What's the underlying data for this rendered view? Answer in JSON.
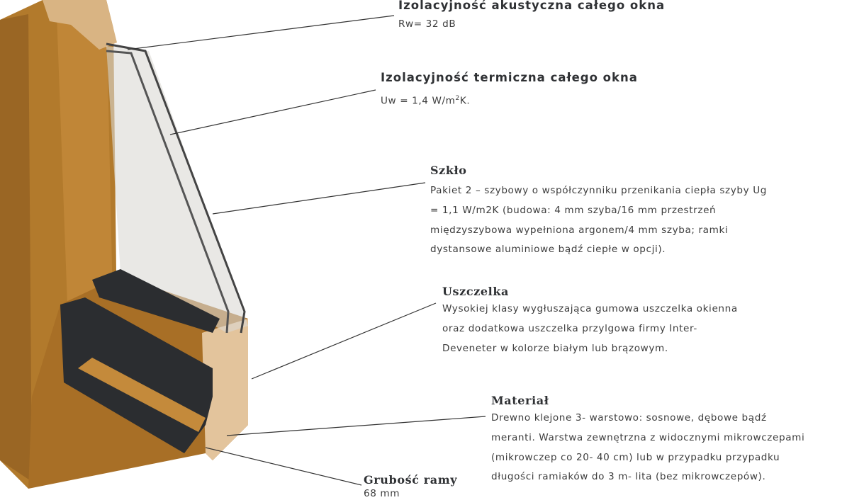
{
  "callouts": {
    "acoustic": {
      "title": "Izolacyjność akustyczna całego okna",
      "value": "Rw= 32 dB"
    },
    "thermal": {
      "title": "Izolacyjność termiczna całego okna",
      "value_prefix": "Uw = 1,4 W/m",
      "value_sup": "2",
      "value_suffix": "K."
    },
    "glass": {
      "title": "Szkło",
      "lines": [
        "Pakiet 2 – szybowy o współczynniku przenikania ciepła szyby Ug",
        "= 1,1 W/m2K (budowa: 4 mm szyba/16 mm przestrzeń",
        "międzyszybowa wypełniona argonem/4 mm szyba; ramki",
        "dystansowe aluminiowe bądź ciepłe w opcji)."
      ]
    },
    "seal": {
      "title": "Uszczelka",
      "lines": [
        "Wysokiej klasy wygłuszająca gumowa uszczelka okienna",
        "oraz dodatkowa uszczelka przylgowa firmy Inter-",
        "Deveneter w kolorze białym lub brązowym."
      ]
    },
    "material": {
      "title": "Materiał",
      "lines": [
        "Drewno klejone 3- warstowo: sosnowe, dębowe bądź",
        "meranti. Warstwa zewnętrzna z widocznymi mikrowczepami",
        "(mikrowczep co 20- 40 cm) lub w przypadku przypadku",
        "długości ramiaków do 3 m- lita (bez mikrowczepów)."
      ]
    },
    "frame": {
      "title": "Grubość ramy",
      "value": "68 mm"
    }
  },
  "colors": {
    "wood": "#b27a2c",
    "wood_dark": "#8a5a1c",
    "wood_cut": "#e6c9a3",
    "rubber": "#2b2d30",
    "line": "#333333"
  }
}
